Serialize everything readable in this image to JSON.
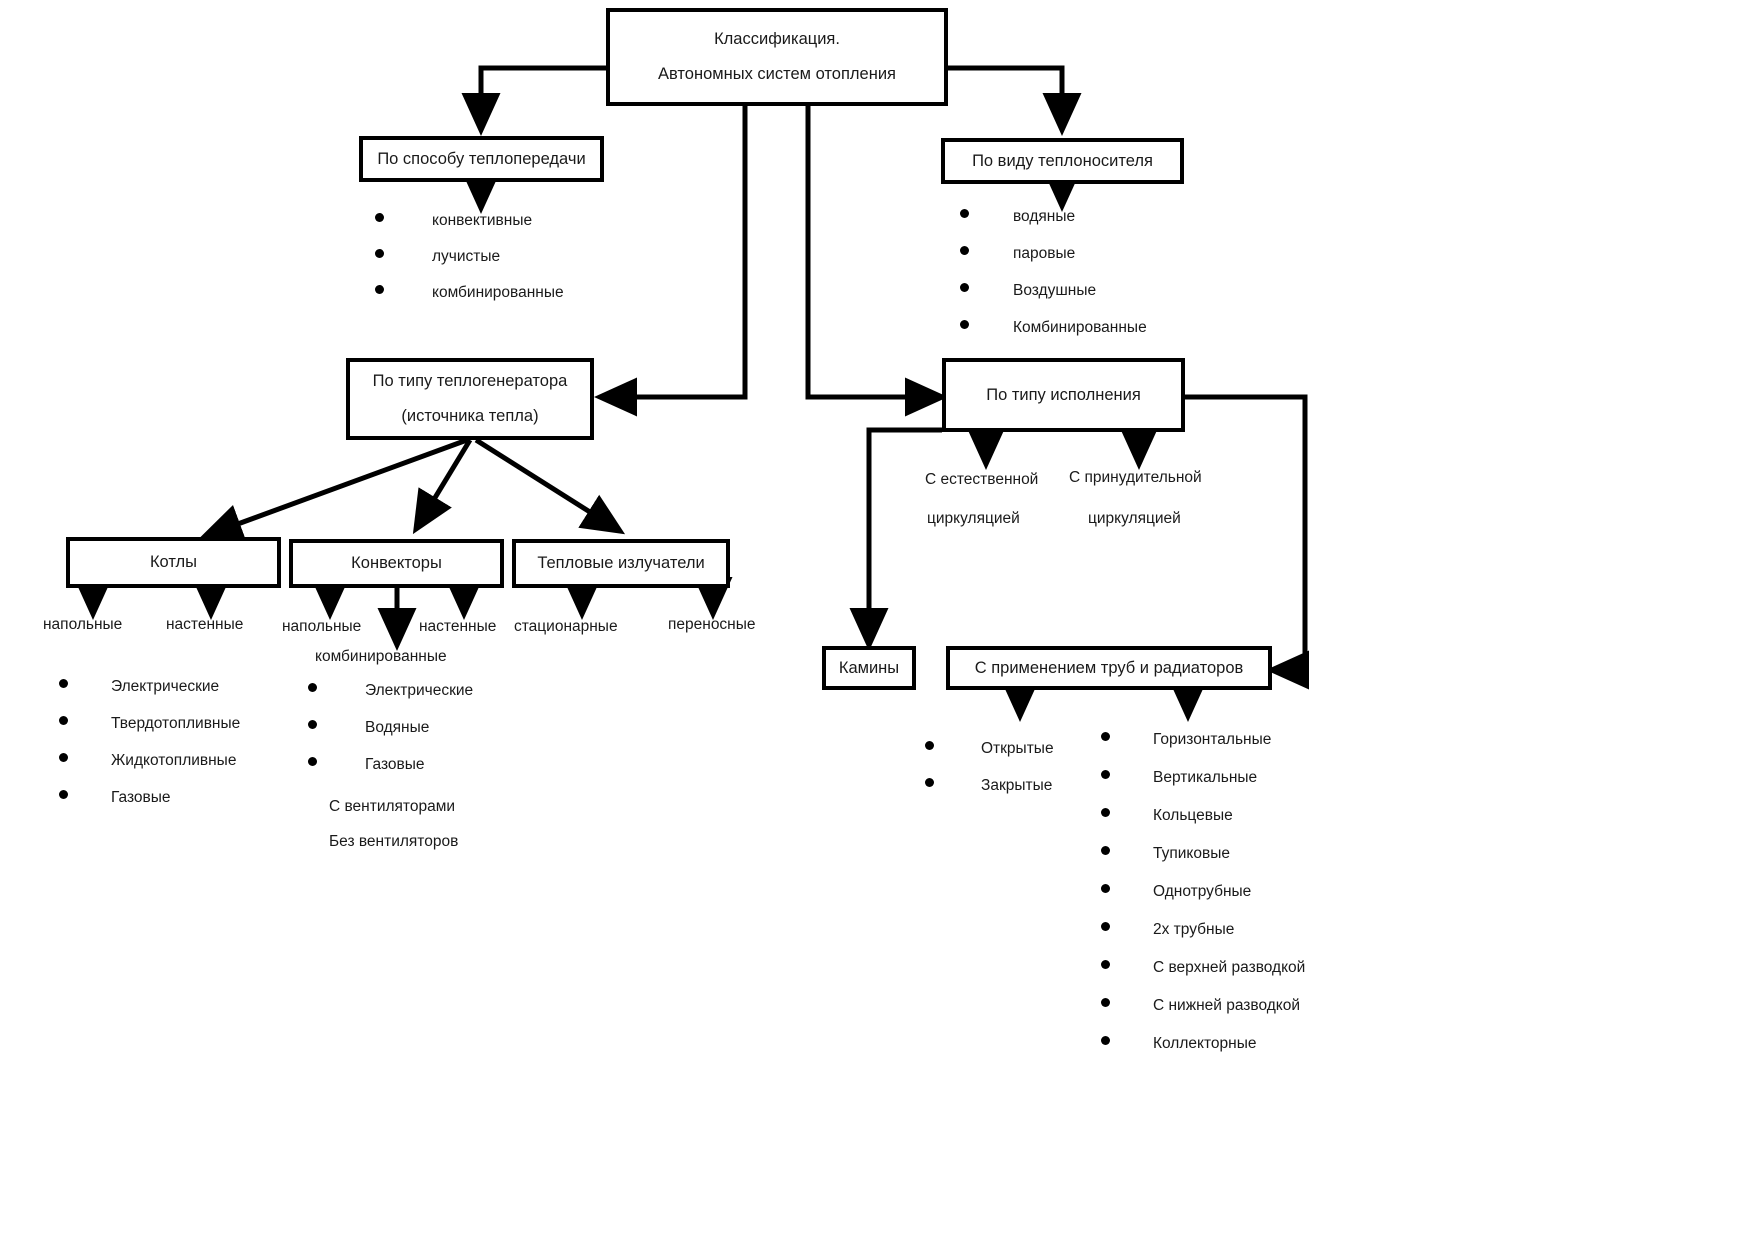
{
  "diagram": {
    "title_box": {
      "line1": "Классификация.",
      "line2": "Автономных систем отопления"
    },
    "nodes": {
      "heat_transfer": "По способу теплопередачи",
      "coolant_type": "По виду теплоносителя",
      "generator_type_line1": "По типу теплогенератора",
      "generator_type_line2": "(источника тепла)",
      "execution_type": "По типу исполнения",
      "boilers": "Котлы",
      "convectors": "Конвекторы",
      "radiators_emitters": "Тепловые излучатели",
      "fireplaces": "Камины",
      "pipes_and_radiators": "С применением труб и радиаторов"
    },
    "heat_transfer_items": [
      "конвективные",
      "лучистые",
      "комбинированные"
    ],
    "coolant_items": [
      "водяные",
      "паровые",
      "Воздушные",
      "Комбинированные"
    ],
    "boiler_mount": [
      "напольные",
      "настенные"
    ],
    "convector_mount": [
      "напольные",
      "настенные",
      "комбинированные"
    ],
    "emitter_mount": [
      "стационарные",
      "переносные"
    ],
    "boiler_fuel_items": [
      "Электрические",
      "Твердотопливные",
      "Жидкотопливные",
      "Газовые"
    ],
    "convector_energy_items": [
      "Электрические",
      "Водяные",
      "Газовые"
    ],
    "convector_fan_notes": [
      "С вентиляторами",
      "Без вентиляторов"
    ],
    "circulation": {
      "natural_line1": "С естественной",
      "natural_line2": "циркуляцией",
      "forced_line1": "С принудительной",
      "forced_line2": "циркуляцией"
    },
    "fireplace_items": [
      "Открытые",
      "Закрытые"
    ],
    "piping_items": [
      "Горизонтальные",
      "Вертикальные",
      "Кольцевые",
      "Тупиковые",
      "Однотрубные",
      "2х трубные",
      "С верхней разводкой",
      "С нижней разводкой",
      "Коллекторные"
    ],
    "colors": {
      "stroke": "#000000",
      "fill": "#ffffff",
      "text": "#1a1a1a"
    }
  }
}
